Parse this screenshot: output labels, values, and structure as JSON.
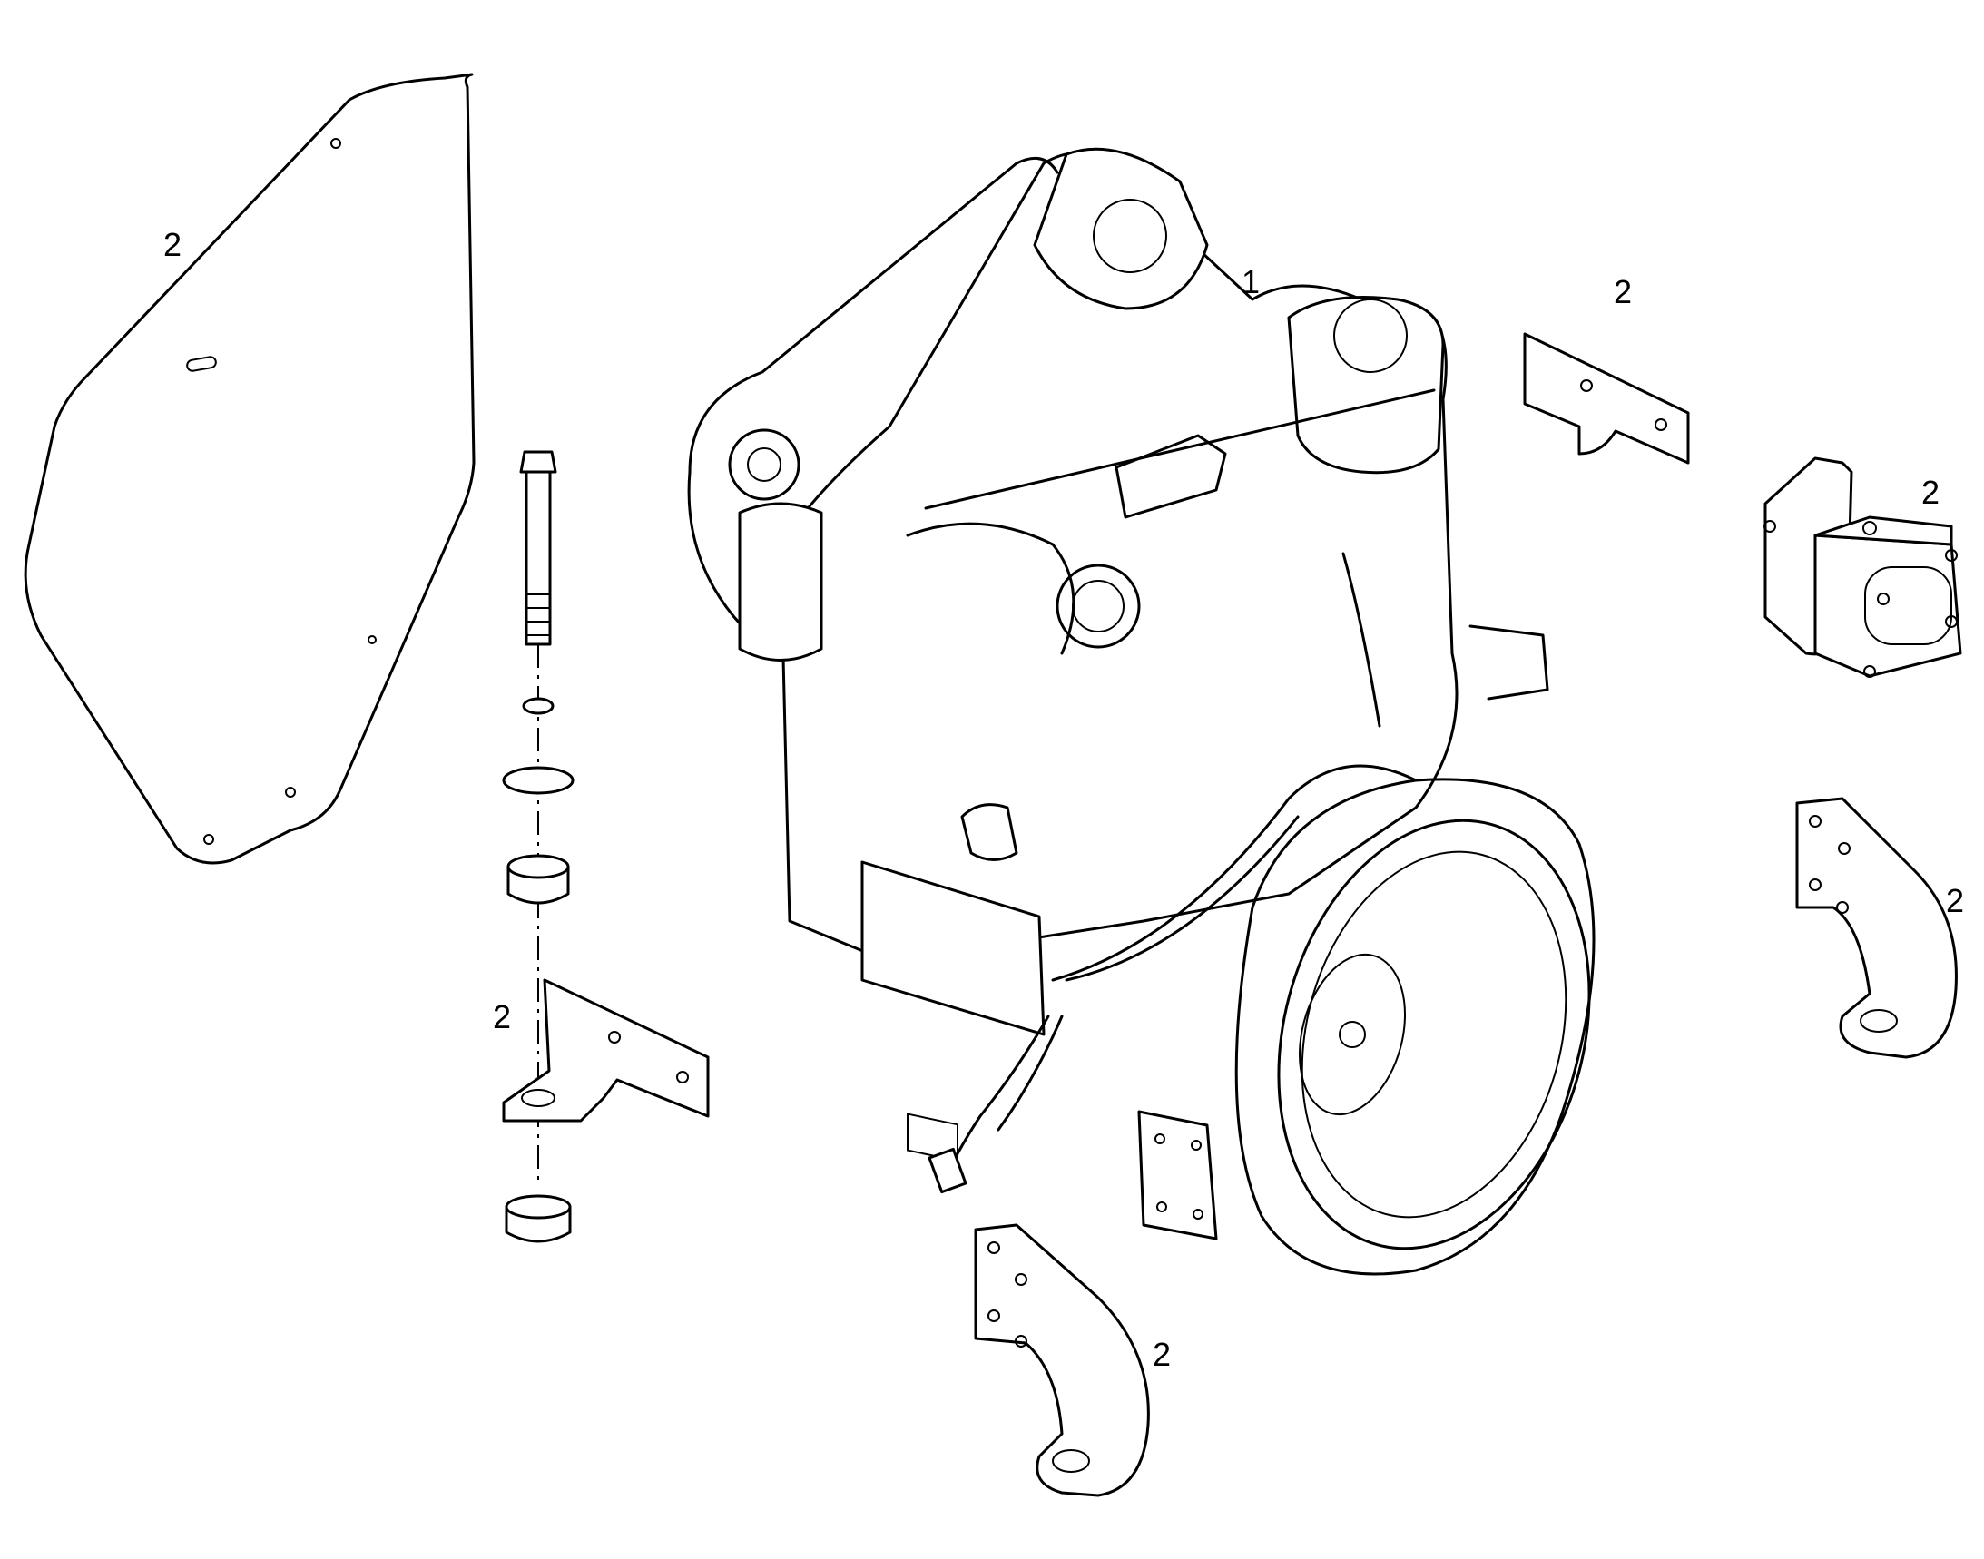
{
  "callouts": {
    "engine": "1",
    "cover_plate": "2",
    "bracket_left": "2",
    "bracket_top_right": "2",
    "pump": "2",
    "bracket_right": "2",
    "bracket_bottom": "2"
  }
}
